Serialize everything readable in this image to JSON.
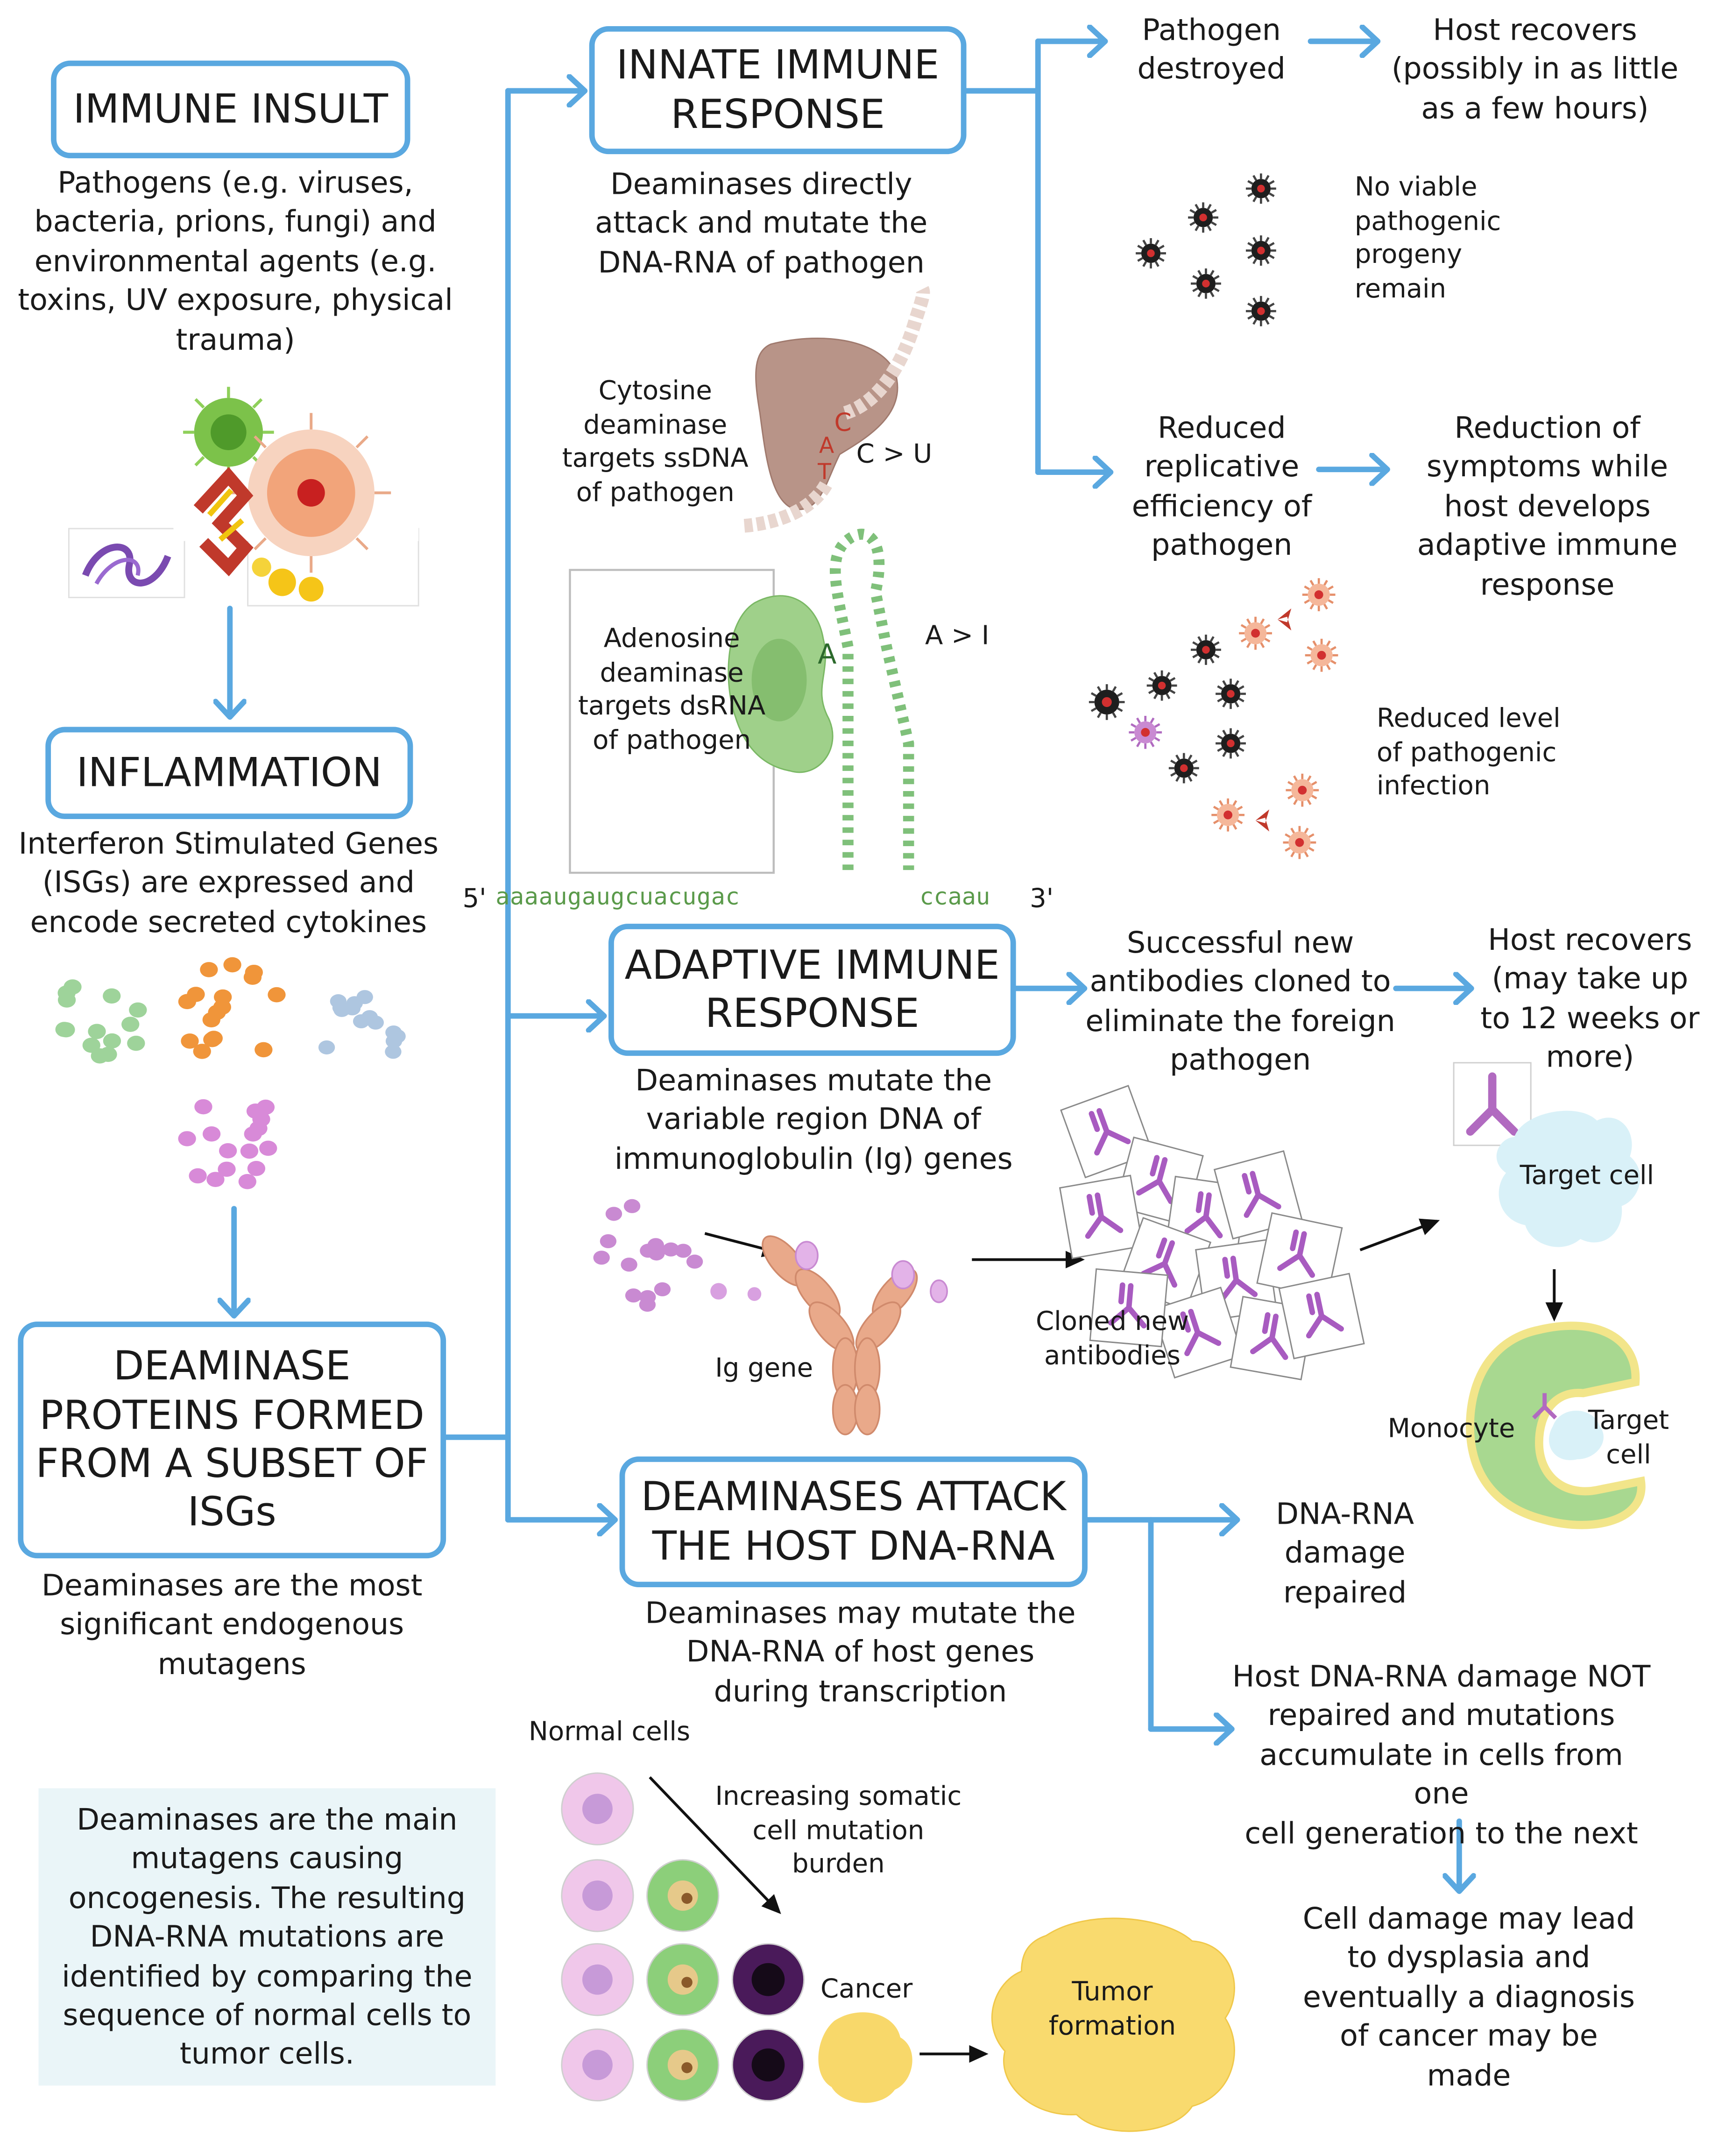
{
  "colors": {
    "box_border": "#5aa8e0",
    "arrow": "#5aa8e0",
    "note_bg": "#eaf5f8"
  },
  "immune_insult": {
    "title": "IMMUNE INSULT",
    "desc": [
      "Pathogens (e.g. viruses,",
      "bacteria, prions, fungi) and",
      "environmental agents (e.g.",
      "toxins, UV exposure, physical",
      "trauma)"
    ]
  },
  "inflammation": {
    "title": "INFLAMMATION",
    "desc": [
      "Interferon Stimulated Genes",
      "(ISGs) are expressed and",
      "encode secreted cytokines"
    ]
  },
  "deaminase_proteins": {
    "title": [
      "DEAMINASE",
      "PROTEINS FORMED",
      "FROM A SUBSET OF",
      "ISGs"
    ],
    "desc": [
      "Deaminases are the most",
      "significant endogenous",
      "mutagens"
    ]
  },
  "note": [
    "Deaminases are the main",
    "mutagens causing",
    "oncogenesis. The resulting",
    "DNA-RNA mutations are",
    "identified by comparing the",
    "sequence of normal cells to",
    "tumor cells."
  ],
  "innate": {
    "title": [
      "INNATE IMMUNE",
      "RESPONSE"
    ],
    "desc": [
      "Deaminases directly",
      "attack and mutate the",
      "DNA-RNA of pathogen"
    ],
    "cytosine": [
      "Cytosine",
      "deaminase",
      "targets ssDNA",
      "of pathogen"
    ],
    "bases": {
      "c": "C",
      "a": "A",
      "t": "T"
    },
    "c_to_u": "C > U",
    "adenosine": [
      "Adenosine",
      "deaminase",
      "targets dsRNA",
      "of pathogen"
    ],
    "a_label": "A",
    "a_to_i": "A > I",
    "rna_5": "5'",
    "rna_seq": "aaaaugaugcuacugac",
    "rna_tail": "ccaau",
    "rna_3": "3'",
    "pathogen_destroyed": [
      "Pathogen",
      "destroyed"
    ],
    "host_recovers": [
      "Host recovers",
      "(possibly in as little",
      "as a few hours)"
    ],
    "no_viable": [
      "No viable",
      "pathogenic",
      "progeny",
      "remain"
    ],
    "reduced_replicative": [
      "Reduced",
      "replicative",
      "efficiency of",
      "pathogen"
    ],
    "reduction_symptoms": [
      "Reduction of",
      "symptoms while",
      "host develops",
      "adaptive immune",
      "response"
    ],
    "reduced_level": [
      "Reduced level",
      "of pathogenic",
      "infection"
    ]
  },
  "adaptive": {
    "title": [
      "ADAPTIVE IMMUNE",
      "RESPONSE"
    ],
    "desc": [
      "Deaminases mutate the",
      "variable region DNA of",
      "immunoglobulin (Ig) genes"
    ],
    "successful": [
      "Successful new",
      "antibodies cloned to",
      "eliminate the foreign",
      "pathogen"
    ],
    "host_recovers": [
      "Host recovers",
      "(may take up",
      "to 12 weeks or",
      "more)"
    ],
    "ig_gene": "Ig gene",
    "cloned": [
      "Cloned new",
      "antibodies"
    ],
    "target_cell": "Target cell",
    "monocyte": "Monocyte",
    "target_cell_2": [
      "Target",
      "cell"
    ]
  },
  "attack_host": {
    "title": [
      "DEAMINASES ATTACK",
      "THE HOST DNA-RNA"
    ],
    "desc": [
      "Deaminases may mutate the",
      "DNA-RNA of host genes",
      "during transcription"
    ],
    "damage_repaired": [
      "DNA-RNA",
      "damage",
      "repaired"
    ],
    "not_repaired": [
      "Host DNA-RNA damage NOT",
      "repaired and mutations",
      "accumulate in cells from one",
      "cell generation to the next"
    ],
    "dysplasia": [
      "Cell damage may lead",
      "to dysplasia and",
      "eventually a diagnosis",
      "of cancer may be",
      "made"
    ],
    "normal_cells": "Normal cells",
    "increasing": [
      "Increasing somatic",
      "cell mutation",
      "burden"
    ],
    "cancer": "Cancer",
    "tumor": [
      "Tumor",
      "formation"
    ]
  }
}
